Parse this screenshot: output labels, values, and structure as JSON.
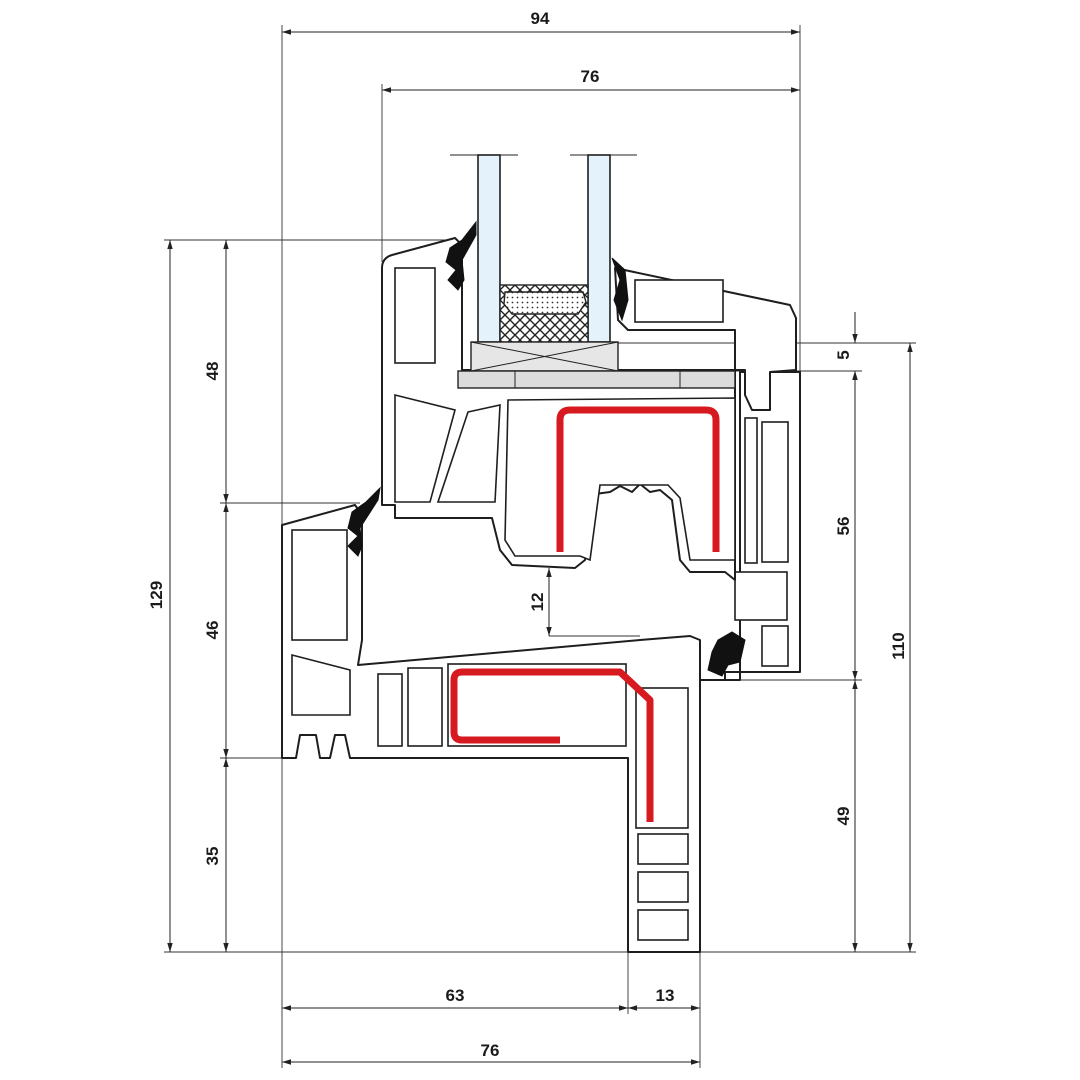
{
  "diagram": {
    "title": "Window profile cross-section",
    "colors": {
      "outline": "#1e1e1e",
      "steel": "#d71920",
      "glass": "#e4f2fb",
      "block": "#dcdcdc"
    },
    "dimensions": {
      "top_overall": "94",
      "top_sash": "76",
      "left_total": "129",
      "left_upper": "48",
      "left_middle": "46",
      "left_lower": "35",
      "right_small": "5",
      "right_upper": "56",
      "right_total": "110",
      "right_lower": "49",
      "center_gap": "12",
      "bottom_left": "63",
      "bottom_right": "13",
      "bottom_overall": "76"
    }
  }
}
